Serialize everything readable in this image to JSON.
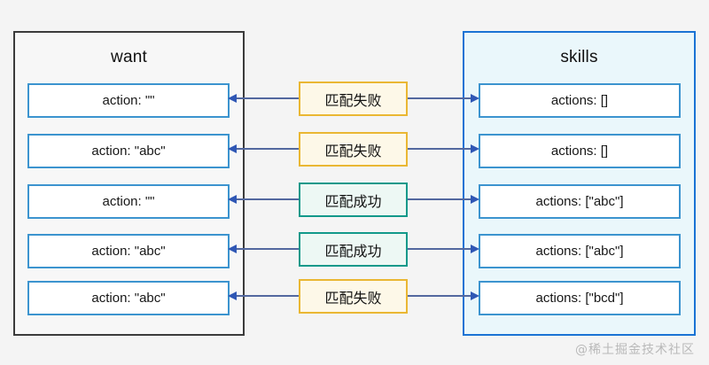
{
  "background_color": "#f4f4f4",
  "colors": {
    "want_panel_border": "#3b3b3b",
    "want_panel_fill": "#f7f7f7",
    "skills_panel_border": "#1a73d4",
    "skills_panel_fill": "#eaf7fb",
    "item_border": "#3c94cf",
    "item_fill": "#ffffff",
    "fail_border": "#eab733",
    "fail_fill": "#fdf8e8",
    "success_border": "#12998a",
    "success_fill": "#edf8f4",
    "connector_line": "#53689f",
    "arrowhead": "#2f57b5",
    "watermark": "#b9b9b9"
  },
  "want_panel": {
    "title": "want",
    "items": [
      {
        "label": "action: \"\""
      },
      {
        "label": "action: \"abc\""
      },
      {
        "label": "action: \"\""
      },
      {
        "label": "action: \"abc\""
      },
      {
        "label": "action: \"abc\""
      }
    ]
  },
  "skills_panel": {
    "title": "skills",
    "items": [
      {
        "label": "actions: []"
      },
      {
        "label": "actions: []"
      },
      {
        "label": "actions: [\"abc\"]"
      },
      {
        "label": "actions: [\"abc\"]"
      },
      {
        "label": "actions: [\"bcd\"]"
      }
    ]
  },
  "match_results": [
    {
      "label": "匹配失败",
      "status": "fail"
    },
    {
      "label": "匹配失败",
      "status": "fail"
    },
    {
      "label": "匹配成功",
      "status": "success"
    },
    {
      "label": "匹配成功",
      "status": "success"
    },
    {
      "label": "匹配失败",
      "status": "fail"
    }
  ],
  "watermark": {
    "text": "@稀土掘金技术社区"
  }
}
